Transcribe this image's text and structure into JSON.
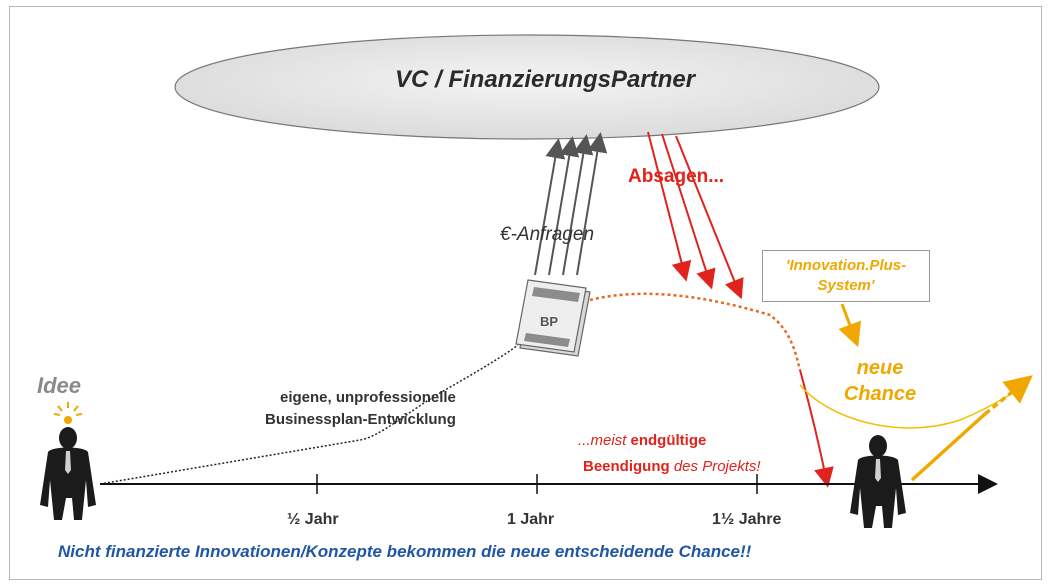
{
  "vc": {
    "title": "VC / FinanzierungsPartner"
  },
  "arrows": {
    "anfragen_label": "€-Anfragen",
    "absagen_label": "Absagen..."
  },
  "idea": {
    "label": "Idee"
  },
  "businessplan": {
    "line1": "eigene, unprofessionelle",
    "line2": "Businessplan-Entwicklung",
    "doc_label": "BP"
  },
  "outcome": {
    "line1_a": "...meist ",
    "line1_b": "endgültige",
    "line2_a": "Beendigung",
    "line2_b": " des Projekts!"
  },
  "innovation": {
    "line1": "'Innovation.Plus-",
    "line2": "System'",
    "neue1": "neue",
    "neue2": "Chance"
  },
  "timeline": {
    "ticks": [
      "½ Jahr",
      "1 Jahr",
      "1½ Jahre"
    ]
  },
  "footer": {
    "text": "Nicht finanzierte Innovationen/Konzepte bekommen die neue entscheidende Chance!!"
  },
  "colors": {
    "red": "#e0231c",
    "orange": "#f0a800",
    "blue": "#1f57a6",
    "gray": "#8a8a8a"
  }
}
